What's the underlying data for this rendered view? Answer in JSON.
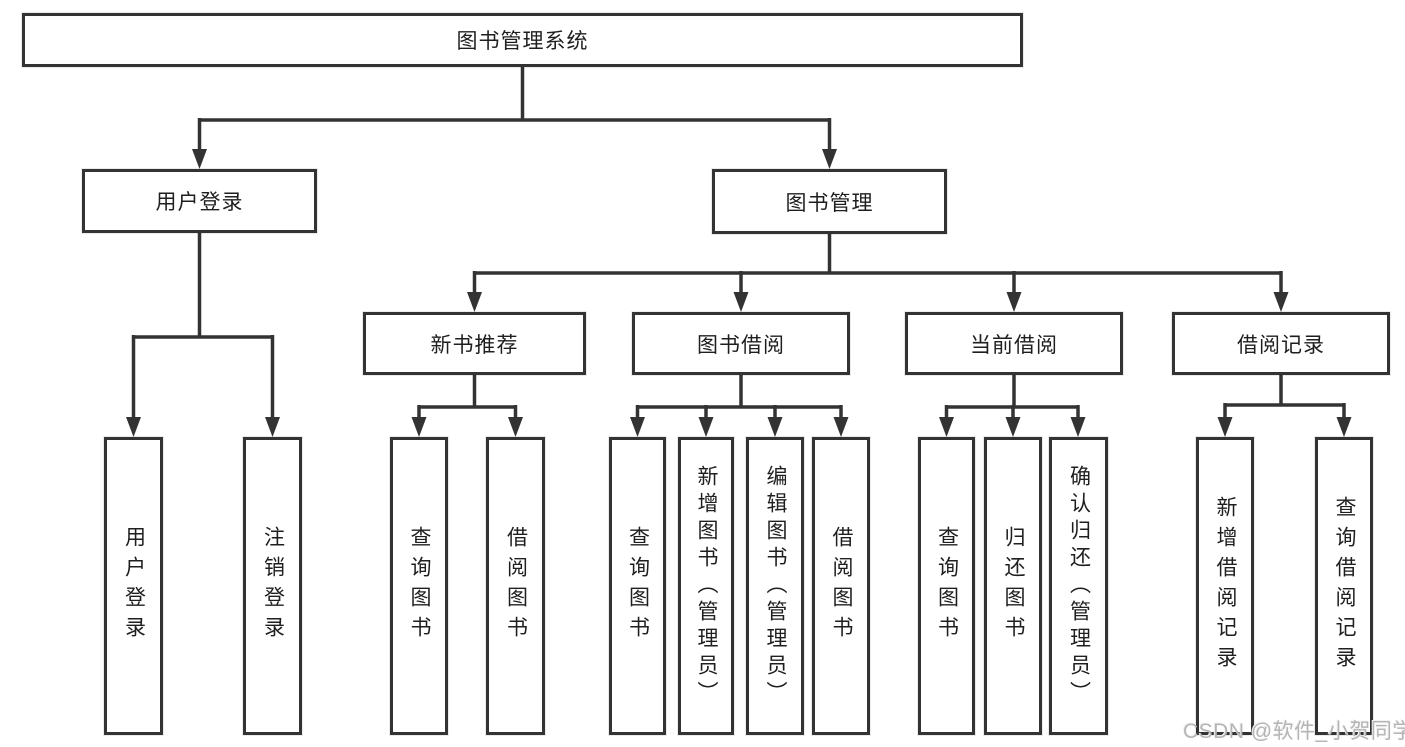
{
  "diagram": {
    "root": {
      "label": "图书管理系统"
    },
    "branches": [
      {
        "label": "用户登录",
        "children": [
          {
            "label": "用户登录"
          },
          {
            "label": "注销登录"
          }
        ]
      },
      {
        "label": "图书管理",
        "children": [
          {
            "label": "新书推荐",
            "children": [
              {
                "label": "查询图书"
              },
              {
                "label": "借阅图书"
              }
            ]
          },
          {
            "label": "图书借阅",
            "children": [
              {
                "label": "查询图书"
              },
              {
                "label": "新增图书（管理员）"
              },
              {
                "label": "编辑图书（管理员）"
              },
              {
                "label": "借阅图书"
              }
            ]
          },
          {
            "label": "当前借阅",
            "children": [
              {
                "label": "查询图书"
              },
              {
                "label": "归还图书"
              },
              {
                "label": "确认归还（管理员）"
              }
            ]
          },
          {
            "label": "借阅记录",
            "children": [
              {
                "label": "新增借阅记录"
              },
              {
                "label": "查询借阅记录"
              }
            ]
          }
        ]
      }
    ]
  },
  "watermark": {
    "text": "CSDN @软件_小贺同学"
  },
  "colors": {
    "line": "#333333",
    "box_border": "#333333",
    "box_fill": "#ffffff",
    "text": "#1f1f1f",
    "watermark": "#b5b5b5",
    "background": "#ffffff"
  }
}
